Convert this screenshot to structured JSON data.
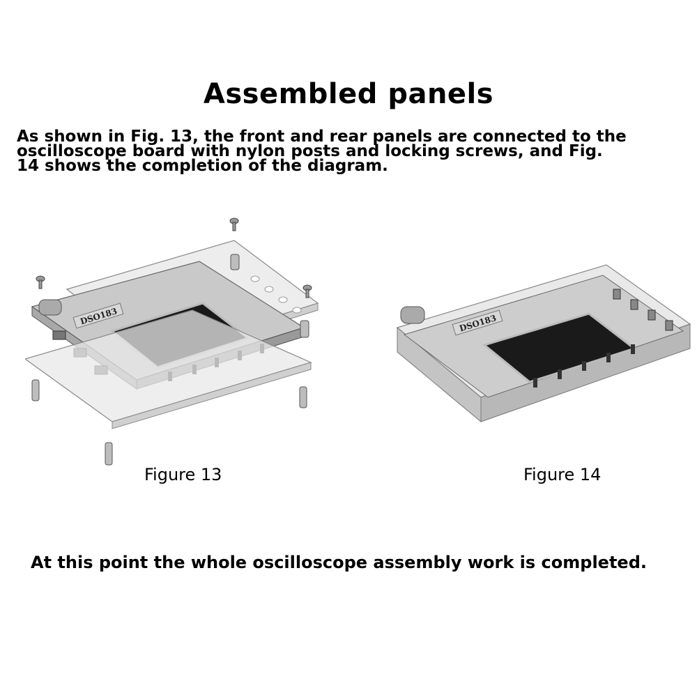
{
  "title": "Assembled panels",
  "intro": "As shown in Fig. 13, the front and rear panels are connected to the oscilloscope board with nylon posts and locking screws, and Fig. 14 shows the completion of the diagram.",
  "figure13": {
    "caption": "Figure 13",
    "board_label": "DSO183"
  },
  "figure14": {
    "caption": "Figure 14",
    "board_label": "DSO183"
  },
  "closing": "At this point the whole oscilloscope assembly work is completed."
}
